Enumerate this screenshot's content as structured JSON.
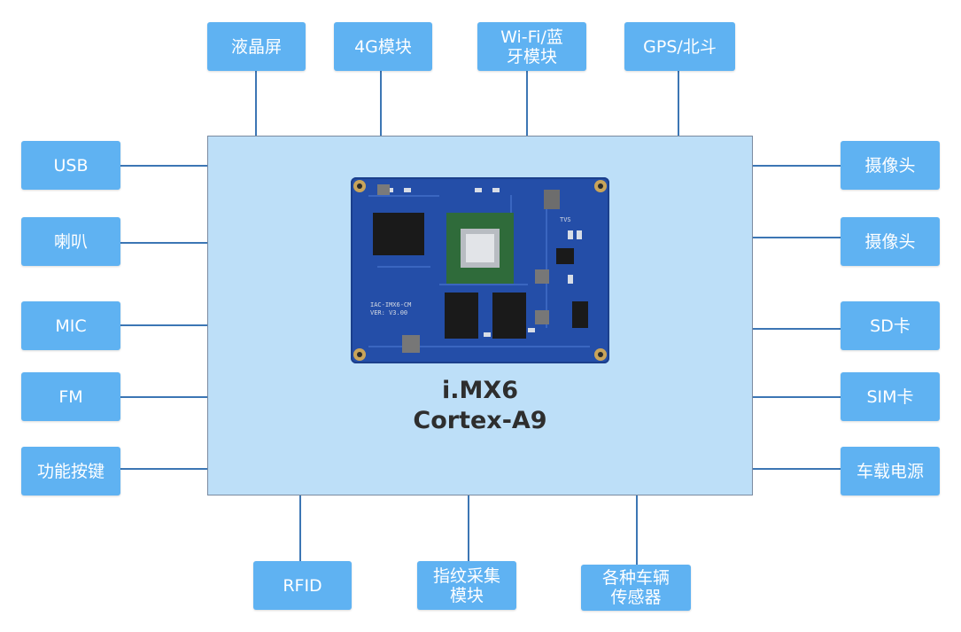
{
  "colors": {
    "box_fill": "#5fb2f2",
    "box_text": "#ffffff",
    "connector": "#3c76b4",
    "core_fill": "#bddff8",
    "board_pcb": "#244ea8"
  },
  "core": {
    "line1": "i.MX6",
    "line2": "Cortex-A9",
    "image": "iMX6 Cortex-A9 core board photo"
  },
  "top": [
    {
      "lines": [
        "液晶屏"
      ]
    },
    {
      "lines": [
        "4G模块"
      ]
    },
    {
      "lines": [
        "Wi-Fi/蓝",
        "牙模块"
      ]
    },
    {
      "lines": [
        "GPS/北斗"
      ]
    }
  ],
  "left": [
    {
      "lines": [
        "USB"
      ]
    },
    {
      "lines": [
        "喇叭"
      ]
    },
    {
      "lines": [
        "MIC"
      ]
    },
    {
      "lines": [
        "FM"
      ]
    },
    {
      "lines": [
        "功能按键"
      ]
    }
  ],
  "right": [
    {
      "lines": [
        "摄像头"
      ]
    },
    {
      "lines": [
        "摄像头"
      ]
    },
    {
      "lines": [
        "SD卡"
      ]
    },
    {
      "lines": [
        "SIM卡"
      ]
    },
    {
      "lines": [
        "车载电源"
      ]
    }
  ],
  "bottom": [
    {
      "lines": [
        "RFID"
      ]
    },
    {
      "lines": [
        "指纹采集",
        "模块"
      ]
    },
    {
      "lines": [
        "各种车辆",
        "传感器"
      ]
    }
  ],
  "board_silkscreen": {
    "model": "IAC-IMX6-CM",
    "version": "VER: V3.00",
    "tvs": "TVS"
  }
}
